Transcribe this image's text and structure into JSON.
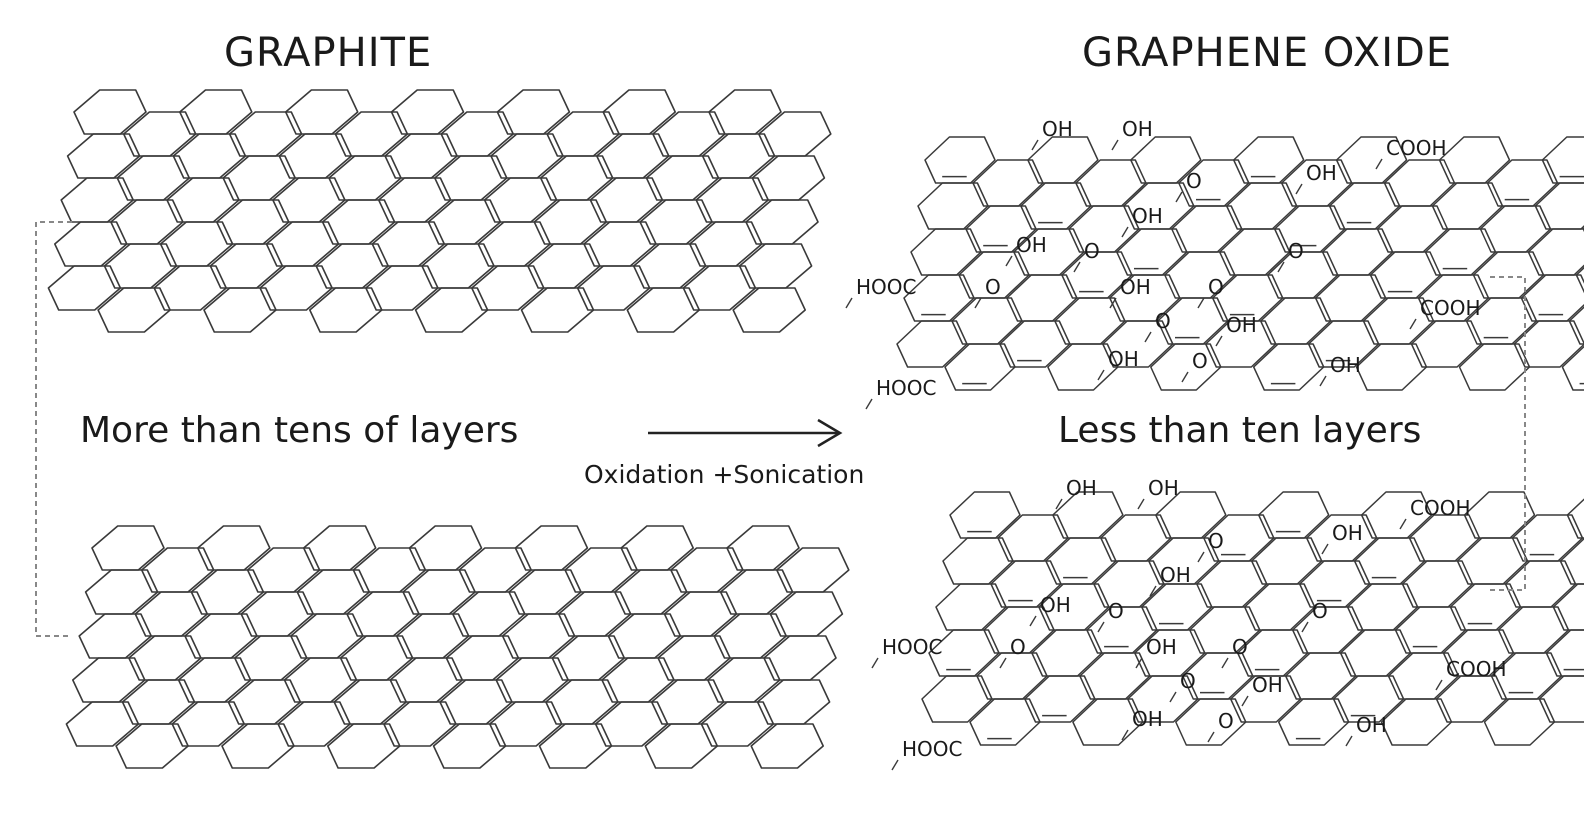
{
  "graphite": {
    "title": "GRAPHITE",
    "caption": "More than tens of layers"
  },
  "process": {
    "label": "Oxidation +Sonication"
  },
  "graphene_oxide": {
    "title": "GRAPHENE OXIDE",
    "caption": "Less than ten layers",
    "groups": [
      "OH",
      "COOH",
      "O",
      "HOOC"
    ]
  },
  "colors": {
    "lattice": "#3a3a3a",
    "bracket": "#888888",
    "text": "#1a1a1a"
  }
}
